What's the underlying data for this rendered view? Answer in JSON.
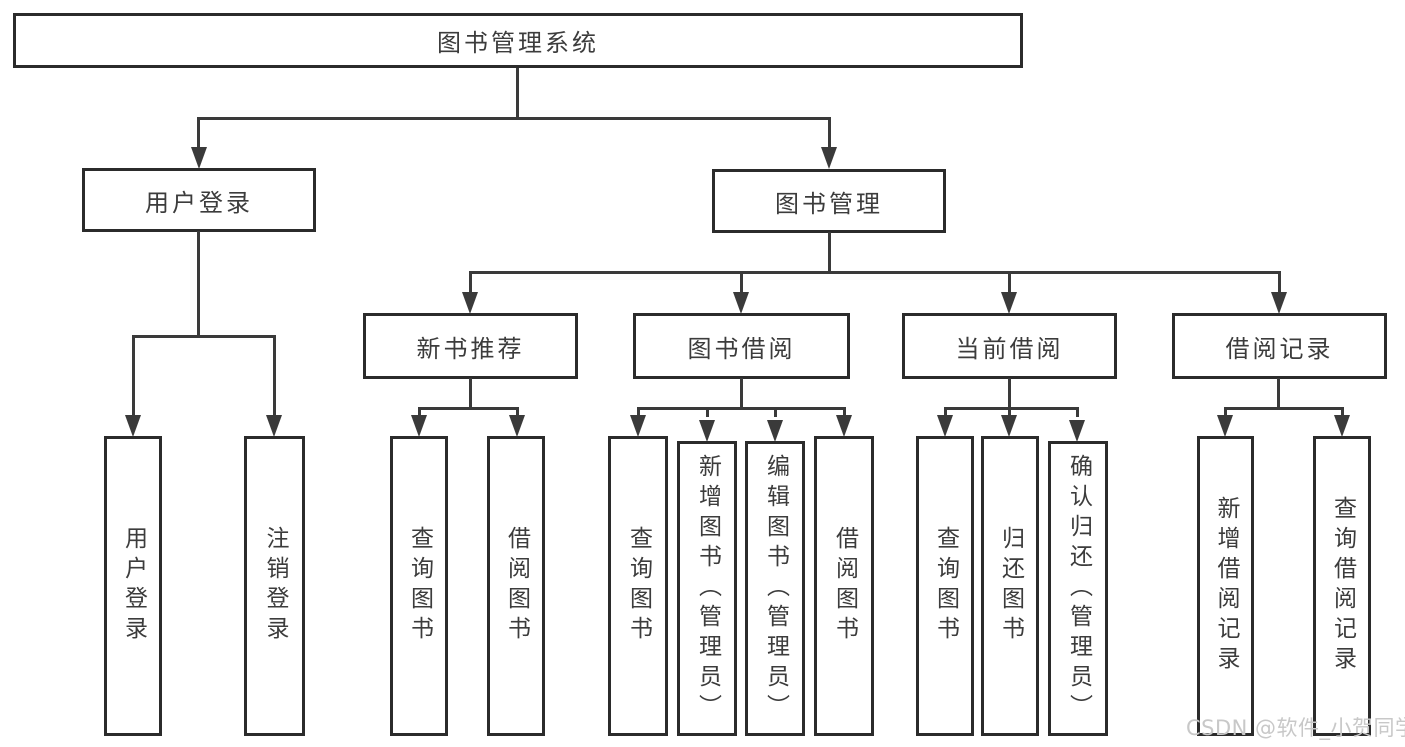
{
  "diagram": {
    "root": {
      "label": "图书管理系统"
    },
    "branches": [
      {
        "label": "用户登录",
        "children": [
          {
            "label": "用户登录"
          },
          {
            "label": "注销登录"
          }
        ]
      },
      {
        "label": "图书管理",
        "children": [
          {
            "label": "新书推荐",
            "children": [
              {
                "label": "查询图书"
              },
              {
                "label": "借阅图书"
              }
            ]
          },
          {
            "label": "图书借阅",
            "children": [
              {
                "label": "查询图书"
              },
              {
                "label": "新增图书（管理员）"
              },
              {
                "label": "编辑图书（管理员）"
              },
              {
                "label": "借阅图书"
              }
            ]
          },
          {
            "label": "当前借阅",
            "children": [
              {
                "label": "查询图书"
              },
              {
                "label": "归还图书"
              },
              {
                "label": "确认归还（管理员）"
              }
            ]
          },
          {
            "label": "借阅记录",
            "children": [
              {
                "label": "新增借阅记录"
              },
              {
                "label": "查询借阅记录"
              }
            ]
          }
        ]
      }
    ]
  },
  "watermark": {
    "text": "CSDN @软件_小贺同学"
  },
  "colors": {
    "line": "#3a3a3a",
    "box_border": "#2b2b2b",
    "text": "#3c3c3c",
    "watermark": "#c8c8c8",
    "background": "#ffffff"
  }
}
